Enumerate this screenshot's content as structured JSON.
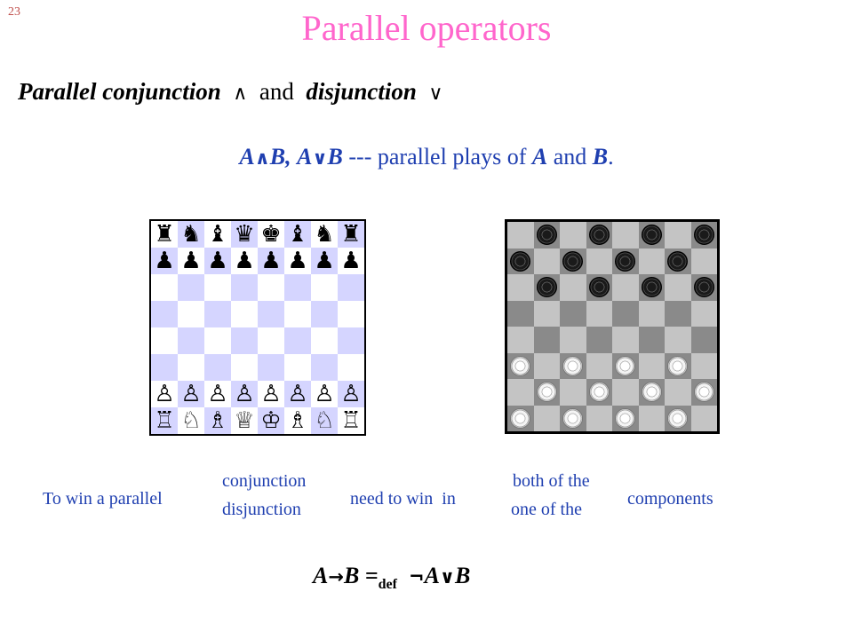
{
  "slide": {
    "number": "23",
    "title": "Parallel operators"
  },
  "subtitle": {
    "conj_word": "Parallel  conjunction",
    "conj_symbol": "∧",
    "and_word": "and",
    "disj_word": "disjunction",
    "disj_symbol": "∨"
  },
  "formula_line": {
    "a1": "A",
    "wedge": "∧",
    "b1": "B",
    "comma": ",",
    "a2": "A",
    "vee": "∨",
    "b2": "B",
    "text": " --- parallel plays of ",
    "a3": "A",
    "and": " and ",
    "b3": "B",
    "period": "."
  },
  "chess": {
    "ranks": [
      [
        "♜",
        "♞",
        "♝",
        "♛",
        "♚",
        "♝",
        "♞",
        "♜"
      ],
      [
        "♟",
        "♟",
        "♟",
        "♟",
        "♟",
        "♟",
        "♟",
        "♟"
      ],
      [
        "",
        "",
        "",
        "",
        "",
        "",
        "",
        ""
      ],
      [
        "",
        "",
        "",
        "",
        "",
        "",
        "",
        ""
      ],
      [
        "",
        "",
        "",
        "",
        "",
        "",
        "",
        ""
      ],
      [
        "",
        "",
        "",
        "",
        "",
        "",
        "",
        ""
      ],
      [
        "♙",
        "♙",
        "♙",
        "♙",
        "♙",
        "♙",
        "♙",
        "♙"
      ],
      [
        "♖",
        "♘",
        "♗",
        "♕",
        "♔",
        "♗",
        "♘",
        "♖"
      ]
    ],
    "light_color": "#ffffff",
    "dark_color": "#d5d5ff"
  },
  "checkers": {
    "rows": [
      [
        "",
        "B",
        "",
        "B",
        "",
        "B",
        "",
        "B"
      ],
      [
        "B",
        "",
        "B",
        "",
        "B",
        "",
        "B",
        ""
      ],
      [
        "",
        "B",
        "",
        "B",
        "",
        "B",
        "",
        "B"
      ],
      [
        "",
        "",
        "",
        "",
        "",
        "",
        "",
        ""
      ],
      [
        "",
        "",
        "",
        "",
        "",
        "",
        "",
        ""
      ],
      [
        "W",
        "",
        "W",
        "",
        "W",
        "",
        "W",
        ""
      ],
      [
        "",
        "W",
        "",
        "W",
        "",
        "W",
        "",
        "W"
      ],
      [
        "W",
        "",
        "W",
        "",
        "W",
        "",
        "W",
        ""
      ]
    ]
  },
  "rule": {
    "to_win": "To win a parallel",
    "conjunction": "conjunction",
    "disjunction": "disjunction",
    "need_to_win": "need to win  in",
    "both_of_the": "both of the",
    "one_of_the": "one of the",
    "components": "components"
  },
  "definition": {
    "a": "A",
    "arrow": "→",
    "b": "B",
    "eq": " =",
    "sub": "def",
    "neg": "¬",
    "a2": "A",
    "vee": "∨",
    "b2": "B"
  },
  "colors": {
    "title": "#ff66cc",
    "blue_text": "#1f3fb0",
    "slide_number": "#c0504d"
  }
}
